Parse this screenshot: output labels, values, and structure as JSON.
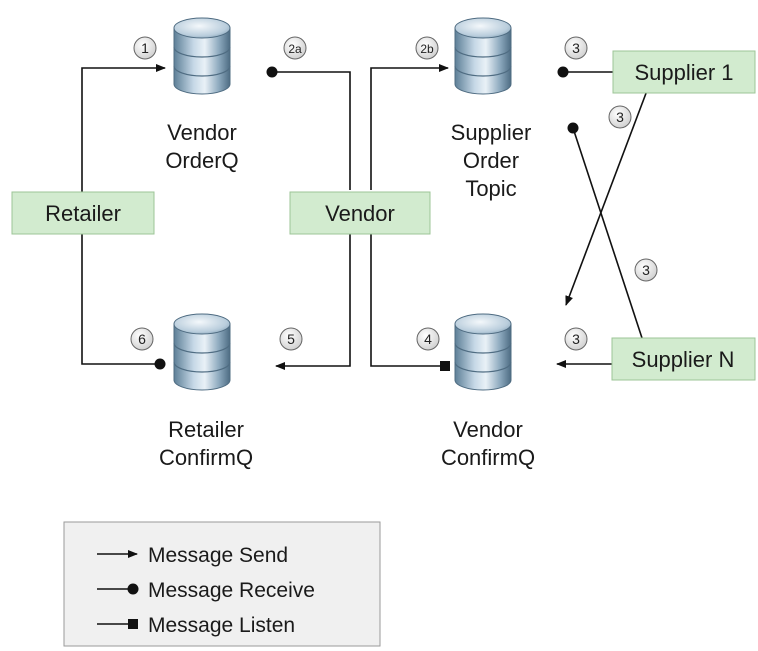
{
  "nodes": {
    "retailer": "Retailer",
    "vendor": "Vendor",
    "supplier_1": "Supplier 1",
    "supplier_n": "Supplier N"
  },
  "queues": {
    "vendor_orderq": [
      "Vendor",
      "OrderQ"
    ],
    "supplier_order_topic": [
      "Supplier",
      "Order",
      "Topic"
    ],
    "retailer_confirmq": [
      "Retailer",
      "ConfirmQ"
    ],
    "vendor_confirmq": [
      "Vendor",
      "ConfirmQ"
    ]
  },
  "steps": {
    "s1": "1",
    "s2a": "2a",
    "s2b": "2b",
    "s3_supplier1": "3",
    "s3_cross_top": "3",
    "s3_cross_mid": "3",
    "s3_suppliern": "3",
    "s4": "4",
    "s5": "5",
    "s6": "6"
  },
  "legend": {
    "send": "Message Send",
    "receive": "Message Receive",
    "listen": "Message Listen"
  },
  "colors": {
    "box_fill": "#d2ebcf",
    "box_stroke": "#9cc597",
    "line": "#111111",
    "legend_fill": "#f0f0f0"
  }
}
